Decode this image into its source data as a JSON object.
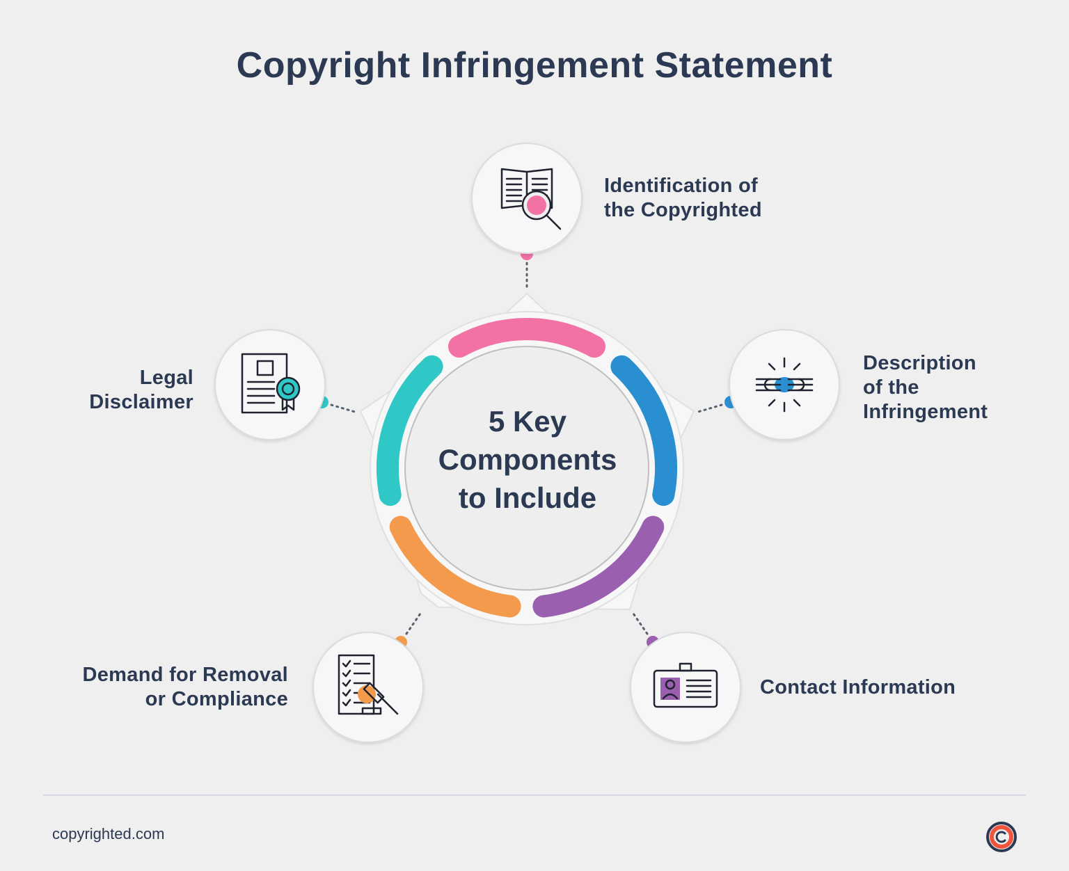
{
  "title": "Copyright Infringement Statement",
  "center": {
    "line1": "5 Key",
    "line2": "Components",
    "line3": "to Include"
  },
  "components": [
    {
      "lines": [
        "Identification of",
        "the Copyrighted"
      ],
      "color": "#f272a6",
      "icon": "book-magnifier-icon"
    },
    {
      "lines": [
        "Description",
        "of the",
        "Infringement"
      ],
      "color": "#2a8fd0",
      "icon": "broken-chain-icon"
    },
    {
      "lines": [
        "Contact Information"
      ],
      "color": "#9b5fb0",
      "icon": "id-card-icon"
    },
    {
      "lines": [
        "Demand for Removal",
        "or Compliance"
      ],
      "color": "#f39a4c",
      "icon": "checklist-gavel-icon"
    },
    {
      "lines": [
        "Legal",
        "Disclaimer"
      ],
      "color": "#2fc8c6",
      "icon": "certificate-document-icon"
    }
  ],
  "footer": {
    "site": "copyrighted.com",
    "logo_icon": "copyright-logo-icon"
  }
}
